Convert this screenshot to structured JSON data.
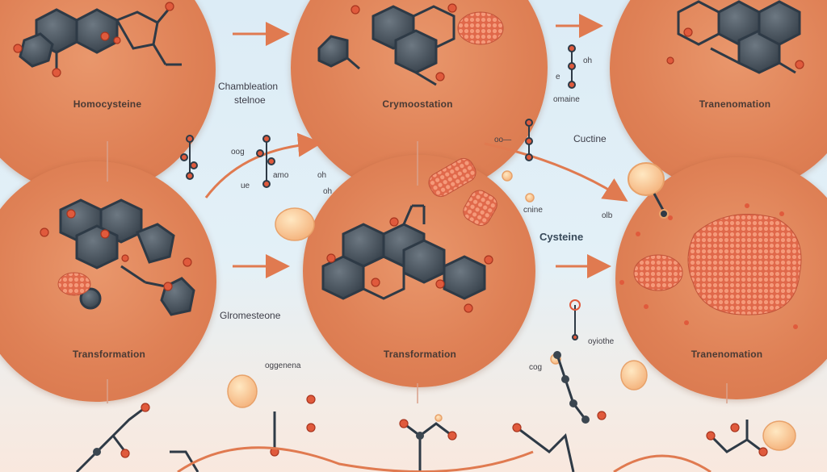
{
  "circles": [
    {
      "id": "c1",
      "label": "Homocysteine"
    },
    {
      "id": "c2",
      "label": "Crymoostation"
    },
    {
      "id": "c3",
      "label": "Tranenomation"
    },
    {
      "id": "c4",
      "label": "Transformation"
    },
    {
      "id": "c5",
      "label": "Transformation"
    },
    {
      "id": "c6",
      "label": "Tranenomation"
    }
  ],
  "notes": {
    "chamb1": "Chambleation",
    "chamb2": "stelnoe",
    "omaine": "omaine",
    "oh1": "oh",
    "e1": "e",
    "cuctine": "Cuctine",
    "oo": "oo—",
    "cysteine": "Cysteine",
    "cnine": "cnine",
    "olb": "olb",
    "oog": "oog",
    "amo": "amo",
    "ue": "ue",
    "oh2": "oh",
    "oh3": "oh",
    "glio": "Glromesteone",
    "oggene": "oggenena",
    "cog": "cog",
    "oyiothe": "oyiothe"
  }
}
